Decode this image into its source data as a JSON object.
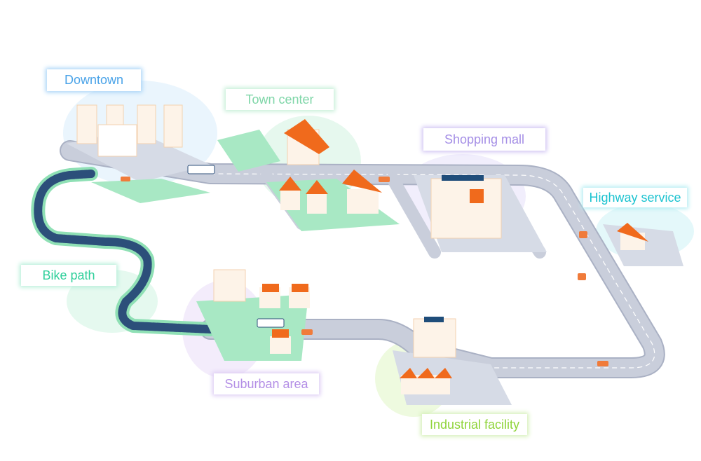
{
  "areas": [
    {
      "id": "downtown",
      "label": "Downtown",
      "color": "#4aa3e8"
    },
    {
      "id": "town-center",
      "label": "Town center",
      "color": "#7fd6a8"
    },
    {
      "id": "shopping-mall",
      "label": "Shopping mall",
      "color": "#a58fe6"
    },
    {
      "id": "highway-service",
      "label": "Highway service",
      "color": "#1cc3d0"
    },
    {
      "id": "bike-path",
      "label": "Bike path",
      "color": "#2ecf9a"
    },
    {
      "id": "suburban-area",
      "label": "Suburban area",
      "color": "#b48fe6"
    },
    {
      "id": "industrial-facility",
      "label": "Industrial facility",
      "color": "#8fd43a"
    }
  ],
  "palette": {
    "road": "#c5cad8",
    "road_edge": "#aab1c4",
    "lane": "#ffffff",
    "grass": "#9fe3bd",
    "building": "#fdf3e8",
    "roof": "#f06a1c",
    "solar": "#1f4d7a",
    "car": "#f07b3a"
  }
}
